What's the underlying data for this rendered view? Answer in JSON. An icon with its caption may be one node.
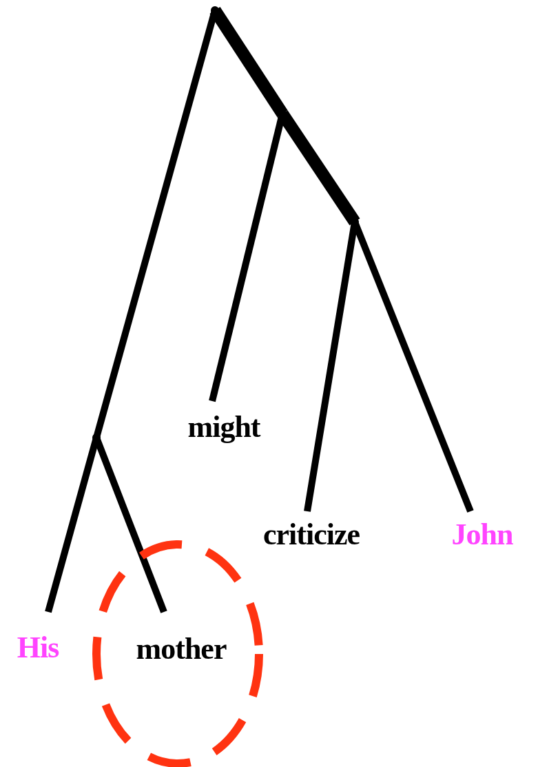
{
  "diagram": {
    "nodes": [
      {
        "text": [],
        "shape": "point"
      },
      {
        "text": [],
        "shape": "point"
      },
      {
        "text": [],
        "shape": "point"
      },
      {
        "text": [],
        "shape": "point"
      },
      {
        "text": [
          "might"
        ]
      },
      {
        "text": [
          "criticize"
        ]
      },
      {
        "text": [
          "John"
        ]
      },
      {
        "text": [
          "His"
        ]
      },
      {
        "text": [],
        "shape": "circle"
      },
      {
        "text": [
          "mother"
        ],
        "in": 8
      }
    ],
    "edges": [
      {
        "from": 0,
        "to": 1,
        "arrow": "none",
        "style": "thick"
      },
      {
        "from": 1,
        "to": 2,
        "arrow": "none",
        "style": "thick"
      },
      {
        "from": 0,
        "to": 3,
        "arrow": "none"
      },
      {
        "from": 1,
        "to": 4,
        "arrow": "none"
      },
      {
        "from": 2,
        "to": 5,
        "arrow": "none"
      },
      {
        "from": 2,
        "to": 6,
        "arrow": "none"
      },
      {
        "from": 3,
        "to": 7,
        "arrow": "none"
      },
      {
        "from": 3,
        "to": 9,
        "arrow": "none"
      }
    ]
  }
}
